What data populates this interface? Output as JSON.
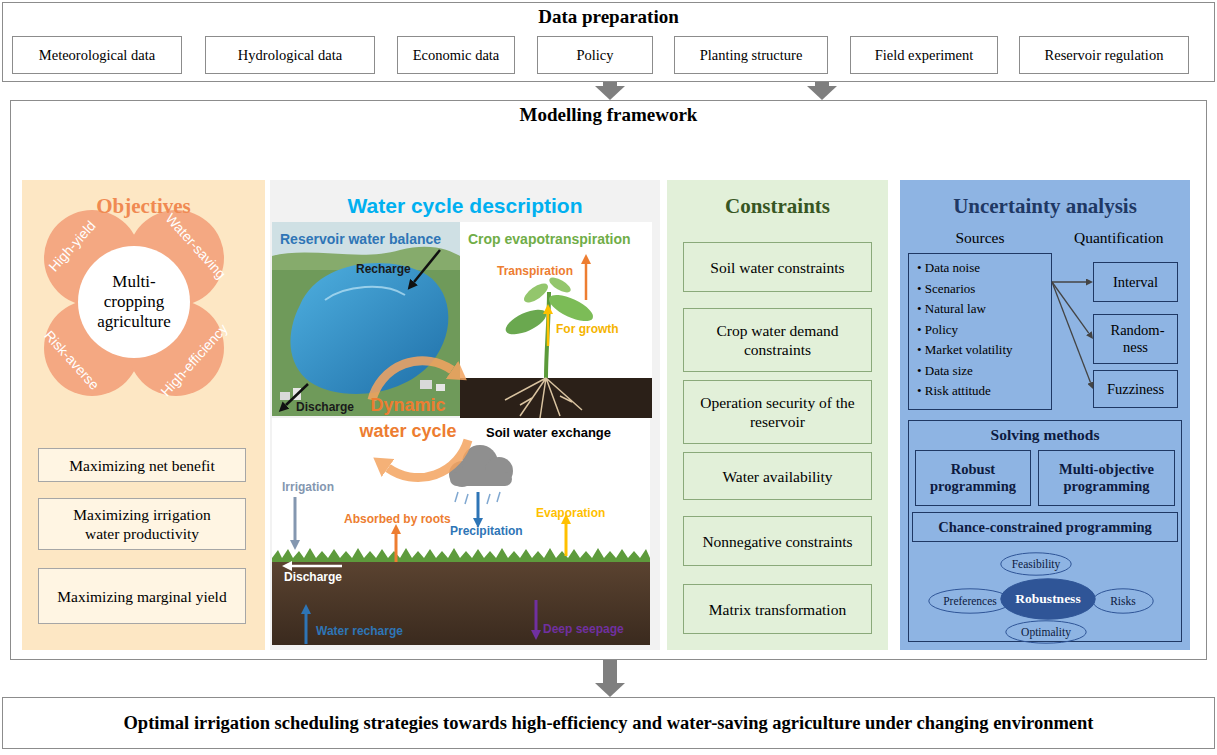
{
  "diagram": {
    "nodes": [
      {
        "text": [
          "Data preparation"
        ]
      },
      {
        "text": [
          "Meteorological data"
        ],
        "in": 0
      },
      {
        "text": [
          "Hydrological data"
        ],
        "in": 0
      },
      {
        "text": [
          "Economic data"
        ],
        "in": 0
      },
      {
        "text": [
          "Policy"
        ],
        "in": 0
      },
      {
        "text": [
          "Planting structure"
        ],
        "in": 0
      },
      {
        "text": [
          "Field experiment"
        ],
        "in": 0
      },
      {
        "text": [
          "Reservoir regulation"
        ],
        "in": 0
      },
      {
        "text": [
          "Modelling framework"
        ]
      },
      {
        "text": [
          "Objectives"
        ],
        "in": 8
      },
      {
        "text": [
          "High-yield"
        ],
        "in": 9
      },
      {
        "text": [
          "Water-saving"
        ],
        "in": 9
      },
      {
        "text": [
          "Multi-cropping agriculture"
        ],
        "in": 9
      },
      {
        "text": [
          "Risk-averse"
        ],
        "in": 9
      },
      {
        "text": [
          "High-efficiency"
        ],
        "in": 9
      },
      {
        "text": [
          "Maximizing net benefit"
        ],
        "in": 9
      },
      {
        "text": [
          "Maximizing irrigation water productivity"
        ],
        "in": 9
      },
      {
        "text": [
          "Maximizing marginal yield"
        ],
        "in": 9
      },
      {
        "text": [
          "Water cycle description"
        ],
        "in": 8
      },
      {
        "text": [
          "Constraints"
        ],
        "in": 8
      },
      {
        "text": [
          "Soil water constraints"
        ],
        "in": 19
      },
      {
        "text": [
          "Crop water demand constraints"
        ],
        "in": 19
      },
      {
        "text": [
          "Operation security of the reservoir"
        ],
        "in": 19
      },
      {
        "text": [
          "Water availability"
        ],
        "in": 19
      },
      {
        "text": [
          "Nonnegative constraints"
        ],
        "in": 19
      },
      {
        "text": [
          "Matrix transformation"
        ],
        "in": 19
      },
      {
        "text": [
          "Uncertainty analysis"
        ],
        "in": 8
      },
      {
        "text": [
          "Sources",
          "• Data noise",
          "• Scenarios",
          "• Natural law",
          "• Policy",
          "• Market volatility",
          "• Data size",
          "• Risk attitude"
        ],
        "in": 26
      },
      {
        "text": [
          "Interval"
        ],
        "in": 26
      },
      {
        "text": [
          "Random- ness"
        ],
        "in": 26
      },
      {
        "text": [
          "Fuzziness"
        ],
        "in": 26
      },
      {
        "text": [
          "Solving methods"
        ],
        "in": 26
      },
      {
        "text": [
          "Robust programming"
        ],
        "in": 31
      },
      {
        "text": [
          "Multi-objective programming"
        ],
        "in": 31
      },
      {
        "text": [
          "Chance-constrained programming"
        ],
        "in": 31
      },
      {
        "text": [
          "Feasibility"
        ],
        "in": 31
      },
      {
        "text": [
          "Preferences"
        ],
        "in": 31
      },
      {
        "text": [
          "Robustness"
        ],
        "in": 31
      },
      {
        "text": [
          "Risks"
        ],
        "in": 31
      },
      {
        "text": [
          "Optimality"
        ],
        "in": 31
      },
      {
        "text": [
          "Optimal irrigation scheduling strategies towards high-efficiency and water-saving agriculture under changing environment"
        ]
      }
    ],
    "edges": [
      {
        "from": 0,
        "to": 8,
        "arrow": "to"
      },
      {
        "from": 0,
        "to": 8,
        "arrow": "to"
      },
      {
        "from": 8,
        "to": 40,
        "arrow": "to"
      },
      {
        "from": 27,
        "to": 28,
        "arrow": "to"
      },
      {
        "from": 27,
        "to": 29,
        "arrow": "to"
      },
      {
        "from": 27,
        "to": 30,
        "arrow": "to"
      }
    ],
    "labels": [
      "Reservoir water balance",
      "Crop evapotranspiration",
      "Recharge",
      "Transpiration",
      "For growth",
      "Discharge",
      "Dynamic water cycle",
      "Soil water exchange",
      "Irrigation",
      "Absorbed by roots",
      "Precipitation",
      "Evaporation",
      "Discharge",
      "Water recharge",
      "Deep seepage",
      "Quantification"
    ]
  }
}
